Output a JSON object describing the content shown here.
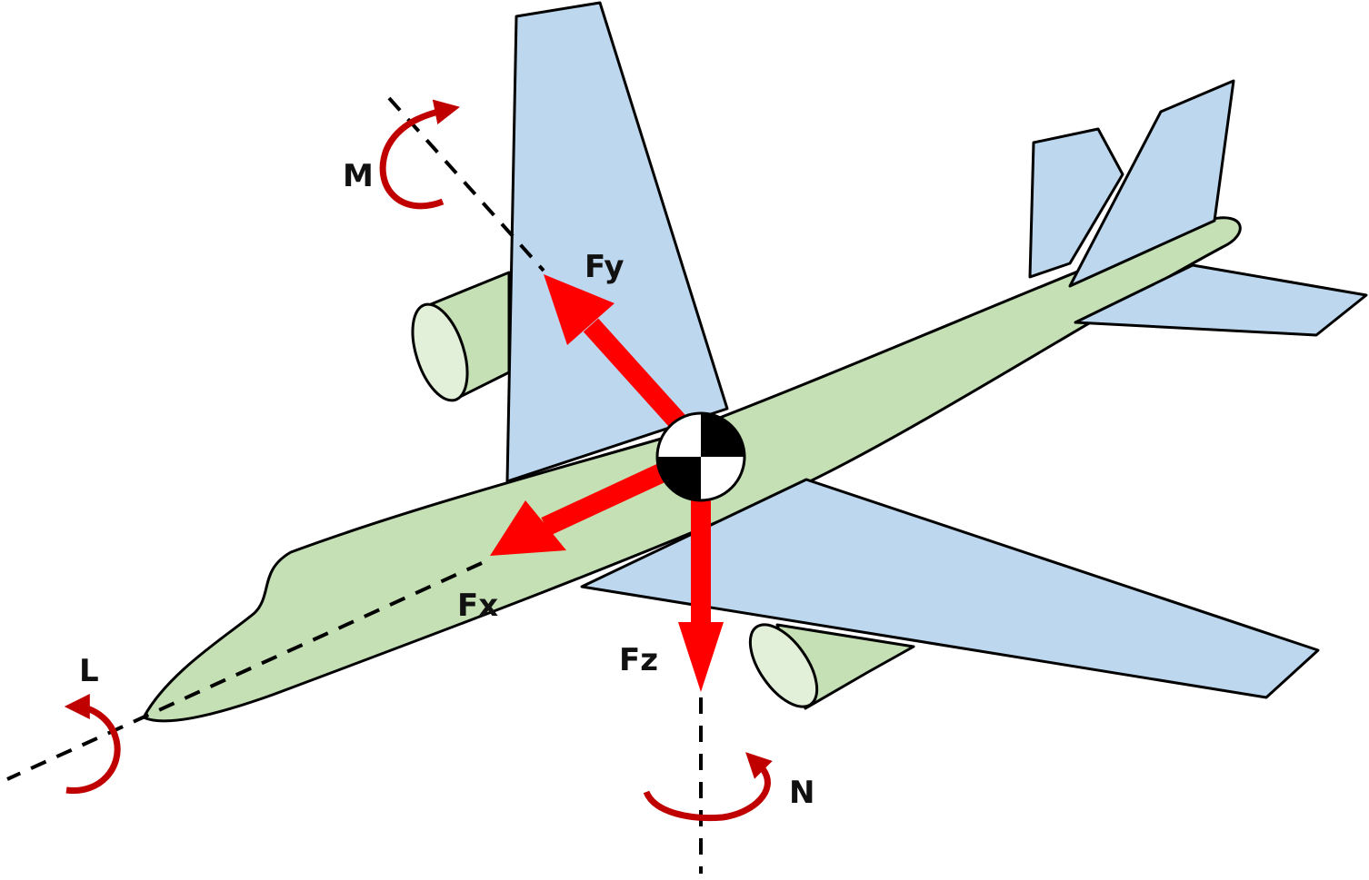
{
  "colors": {
    "fuselage": "#c5e0b4",
    "wing": "#bdd7ee",
    "nacelle": "#e2f0d9",
    "force_arrow": "#ff0000",
    "moment_arrow": "#c00000",
    "outline": "#000000"
  },
  "force_labels": {
    "fx": "Fx",
    "fy": "Fy",
    "fz": "Fz"
  },
  "moment_labels": {
    "l": "L",
    "m": "M",
    "n": "N"
  },
  "center_of_gravity_icon": "cg-target-icon",
  "moment_icon": "curved-arrow-icon"
}
